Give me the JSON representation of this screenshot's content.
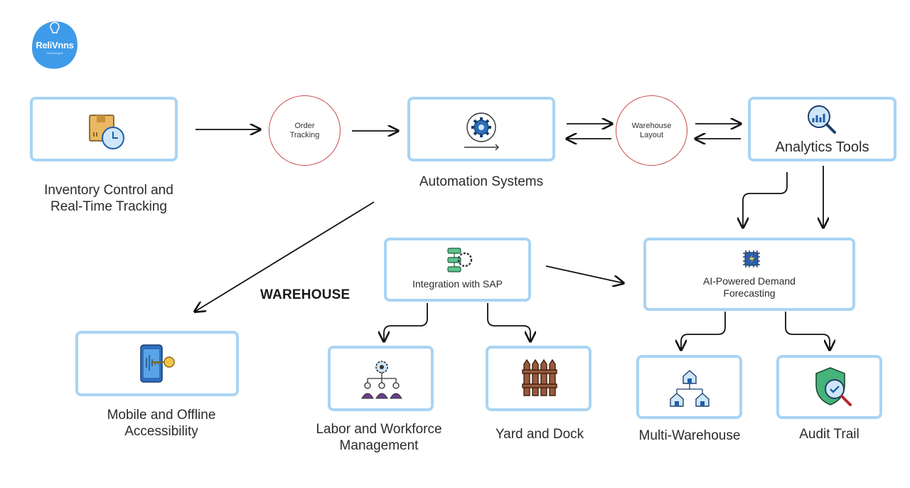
{
  "logo": {
    "brand": "ReliVnns",
    "tagline": "Technologies"
  },
  "center_title": "WAREHOUSE",
  "nodes": {
    "inventory": {
      "line1": "Inventory Control and",
      "line2": "Real-Time Tracking"
    },
    "order_tracking": {
      "label": "Order Tracking"
    },
    "automation": {
      "label": "Automation Systems"
    },
    "warehouse_layout": {
      "label": "Warehouse Layout"
    },
    "analytics": {
      "label": "Analytics Tools"
    },
    "integration": {
      "label": "Integration with SAP"
    },
    "ai_forecasting": {
      "line1": "AI-Powered Demand",
      "line2": "Forecasting"
    },
    "mobile": {
      "line1": "Mobile and Offline",
      "line2": "Accessibility"
    },
    "labor": {
      "line1": "Labor and Workforce",
      "line2": "Management"
    },
    "yard": {
      "label": "Yard and Dock"
    },
    "multi_warehouse": {
      "label": "Multi-Warehouse"
    },
    "audit": {
      "label": "Audit Trail"
    }
  },
  "colors": {
    "box_border": "#a9d4f3",
    "circle_border": "#c94a4a",
    "logo_bg": "#3e9be9",
    "arrow": "#111111"
  },
  "icons": {
    "inventory": "package-clock-icon",
    "automation": "gear-cycle-icon",
    "analytics": "magnifier-chart-icon",
    "integration": "flowchart-gear-icon",
    "ai_forecasting": "ai-chip-icon",
    "mobile": "phone-key-icon",
    "labor": "team-gear-icon",
    "yard": "fence-icon",
    "multi_warehouse": "houses-network-icon",
    "audit": "shield-check-icon"
  }
}
